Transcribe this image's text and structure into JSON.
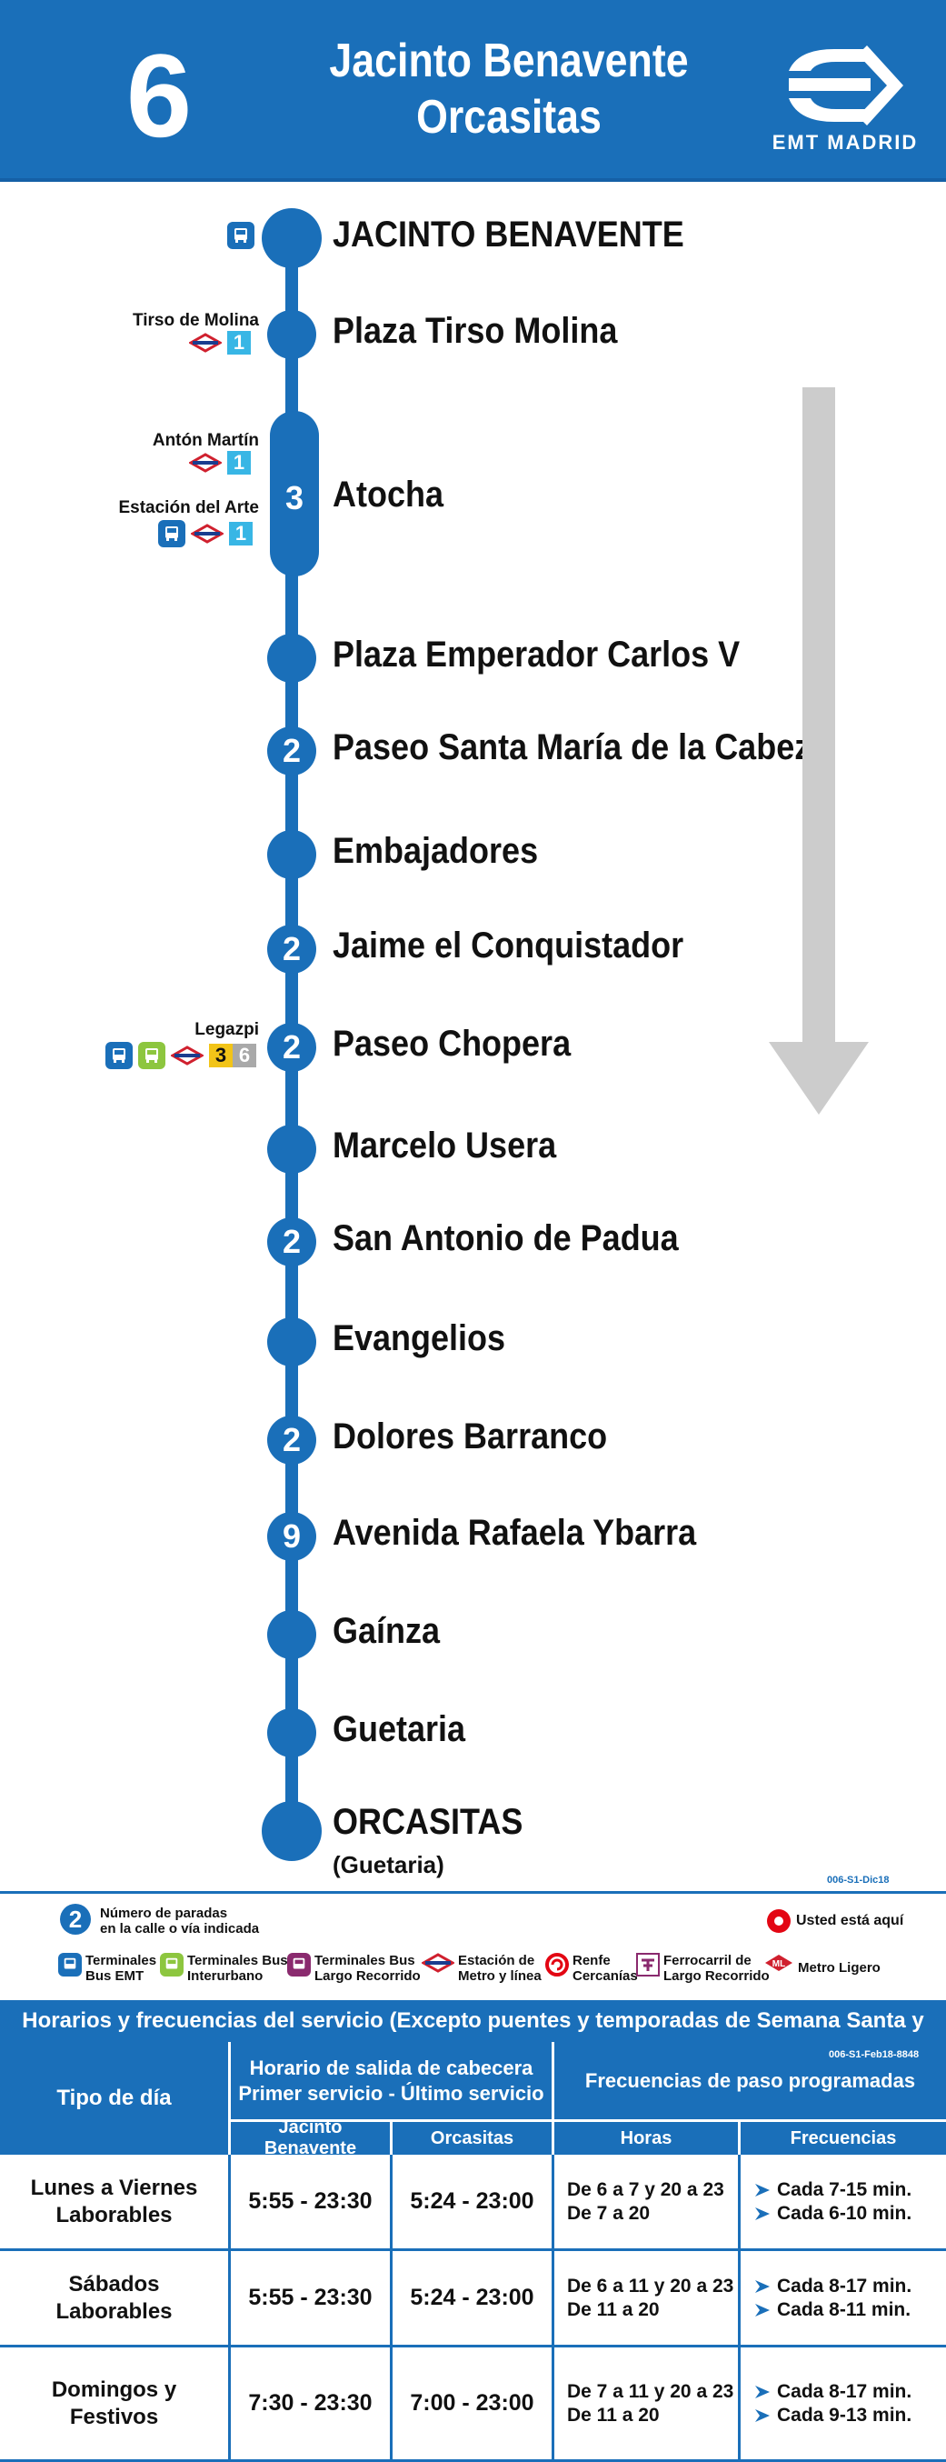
{
  "header": {
    "line_number": "6",
    "terminal_from": "Jacinto Benavente",
    "terminal_to": "Orcasitas",
    "brand": "EMT MADRID"
  },
  "colors": {
    "brand_blue": "#1a6fb9",
    "metro_line1": "#38b6e5",
    "metro_line3": "#f2c418",
    "metro_line6": "#a9a9a9",
    "interurban_green": "#8dc63f",
    "long_distance_purple": "#8a2a6e",
    "arrow_gray": "#cccccc"
  },
  "stops": [
    {
      "name": "JACINTO BENAVENTE",
      "count": ""
    },
    {
      "name": "Plaza Tirso Molina",
      "count": ""
    },
    {
      "name": "Atocha",
      "count": "3"
    },
    {
      "name": "Plaza Emperador Carlos V",
      "count": ""
    },
    {
      "name": "Paseo Santa María de la Cabeza",
      "count": "2"
    },
    {
      "name": "Embajadores",
      "count": ""
    },
    {
      "name": "Jaime el Conquistador",
      "count": "2"
    },
    {
      "name": "Paseo Chopera",
      "count": "2"
    },
    {
      "name": "Marcelo Usera",
      "count": ""
    },
    {
      "name": "San Antonio de Padua",
      "count": "2"
    },
    {
      "name": "Evangelios",
      "count": ""
    },
    {
      "name": "Dolores Barranco",
      "count": "2"
    },
    {
      "name": "Avenida Rafaela Ybarra",
      "count": "9"
    },
    {
      "name": "Gaínza",
      "count": ""
    },
    {
      "name": "Guetaria",
      "count": ""
    },
    {
      "name": "ORCASITAS",
      "count": "",
      "sub": "(Guetaria)"
    }
  ],
  "transfers": {
    "tirso": {
      "label": "Tirso de Molina",
      "line": "1"
    },
    "anton": {
      "label": "Antón Martín",
      "line": "1"
    },
    "arte": {
      "label": "Estación del Arte",
      "line": "1"
    },
    "legazpi": {
      "label": "Legazpi",
      "line_a": "3",
      "line_b": "6"
    }
  },
  "codes": {
    "map": "006-S1-Dic18",
    "table": "006-S1-Feb18-8848"
  },
  "legend": {
    "count_example": "2",
    "count_text_1": "Número de paradas",
    "count_text_2": "en la calle o vía indicada",
    "you_are_here": "Usted está aquí",
    "items": [
      {
        "l1": "Terminales",
        "l2": "Bus EMT"
      },
      {
        "l1": "Terminales Bus",
        "l2": "Interurbano"
      },
      {
        "l1": "Terminales Bus",
        "l2": "Largo Recorrido"
      },
      {
        "l1": "Estación de",
        "l2": "Metro y línea"
      },
      {
        "l1": "Renfe",
        "l2": "Cercanías"
      },
      {
        "l1": "Ferrocarril de",
        "l2": "Largo Recorrido"
      },
      {
        "l1": "Metro Ligero",
        "l2": ""
      }
    ]
  },
  "timetable": {
    "title": "Horarios y frecuencias del servicio (Excepto puentes y temporadas de Semana Santa y Verano)",
    "col_day": "Tipo de día",
    "col_departure_1": "Horario de salida de cabecera",
    "col_departure_2": "Primer servicio - Último servicio",
    "col_freq": "Frecuencias de paso programadas",
    "sub_from": "Jacinto Benavente",
    "sub_to": "Orcasitas",
    "sub_hours": "Horas",
    "sub_freq": "Frecuencias",
    "rows": [
      {
        "day1": "Lunes a Viernes",
        "day2": "Laborables",
        "from": "5:55 - 23:30",
        "to": "5:24 - 23:00",
        "h1": "De 6 a 7 y 20 a 23",
        "h2": "De 7 a 20",
        "f1": "Cada 7-15 min.",
        "f2": "Cada 6-10 min."
      },
      {
        "day1": "Sábados",
        "day2": "Laborables",
        "from": "5:55 - 23:30",
        "to": "5:24 - 23:00",
        "h1": "De 6 a 11 y 20 a 23",
        "h2": "De 11 a 20",
        "f1": "Cada 8-17 min.",
        "f2": "Cada 8-11 min."
      },
      {
        "day1": "Domingos y",
        "day2": "Festivos",
        "from": "7:30 - 23:30",
        "to": "7:00 - 23:00",
        "h1": "De 7 a 11 y 20 a 23",
        "h2": "De 11 a 20",
        "f1": "Cada 8-17 min.",
        "f2": "Cada 9-13 min."
      }
    ]
  }
}
